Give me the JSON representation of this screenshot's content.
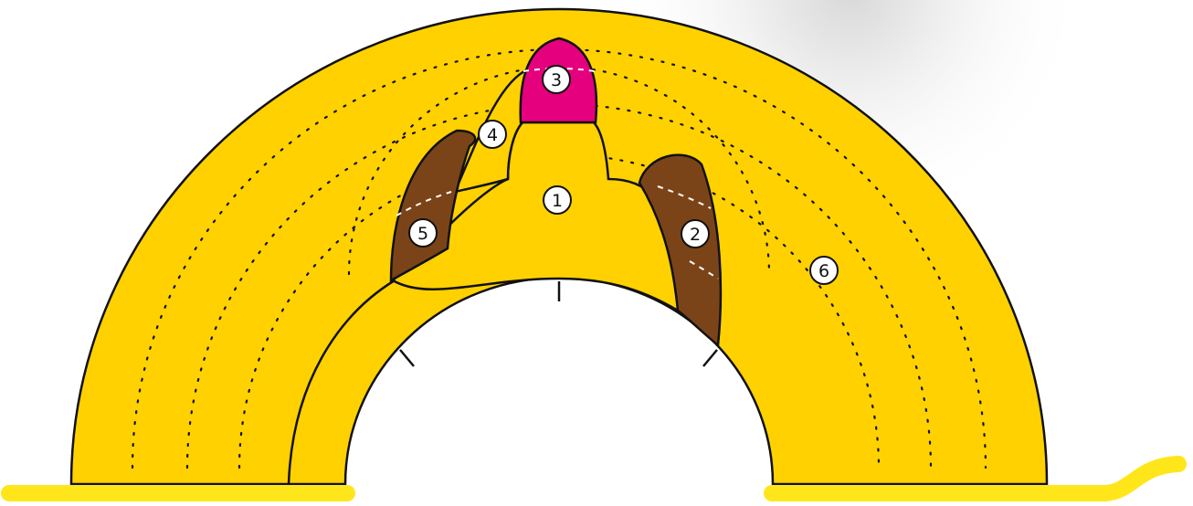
{
  "diagram": {
    "labels": [
      {
        "id": "1",
        "text": "1"
      },
      {
        "id": "2",
        "text": "2"
      },
      {
        "id": "3",
        "text": "3"
      },
      {
        "id": "4",
        "text": "4"
      },
      {
        "id": "5",
        "text": "5"
      },
      {
        "id": "6",
        "text": "6"
      }
    ],
    "colors": {
      "ring": "#FFD100",
      "outline": "#111111",
      "brown": "#7B4418",
      "magenta": "#E5007E",
      "base_line": "#FFE61A",
      "label_fill": "#FFFFFF",
      "background": "#FFFFFF"
    }
  }
}
